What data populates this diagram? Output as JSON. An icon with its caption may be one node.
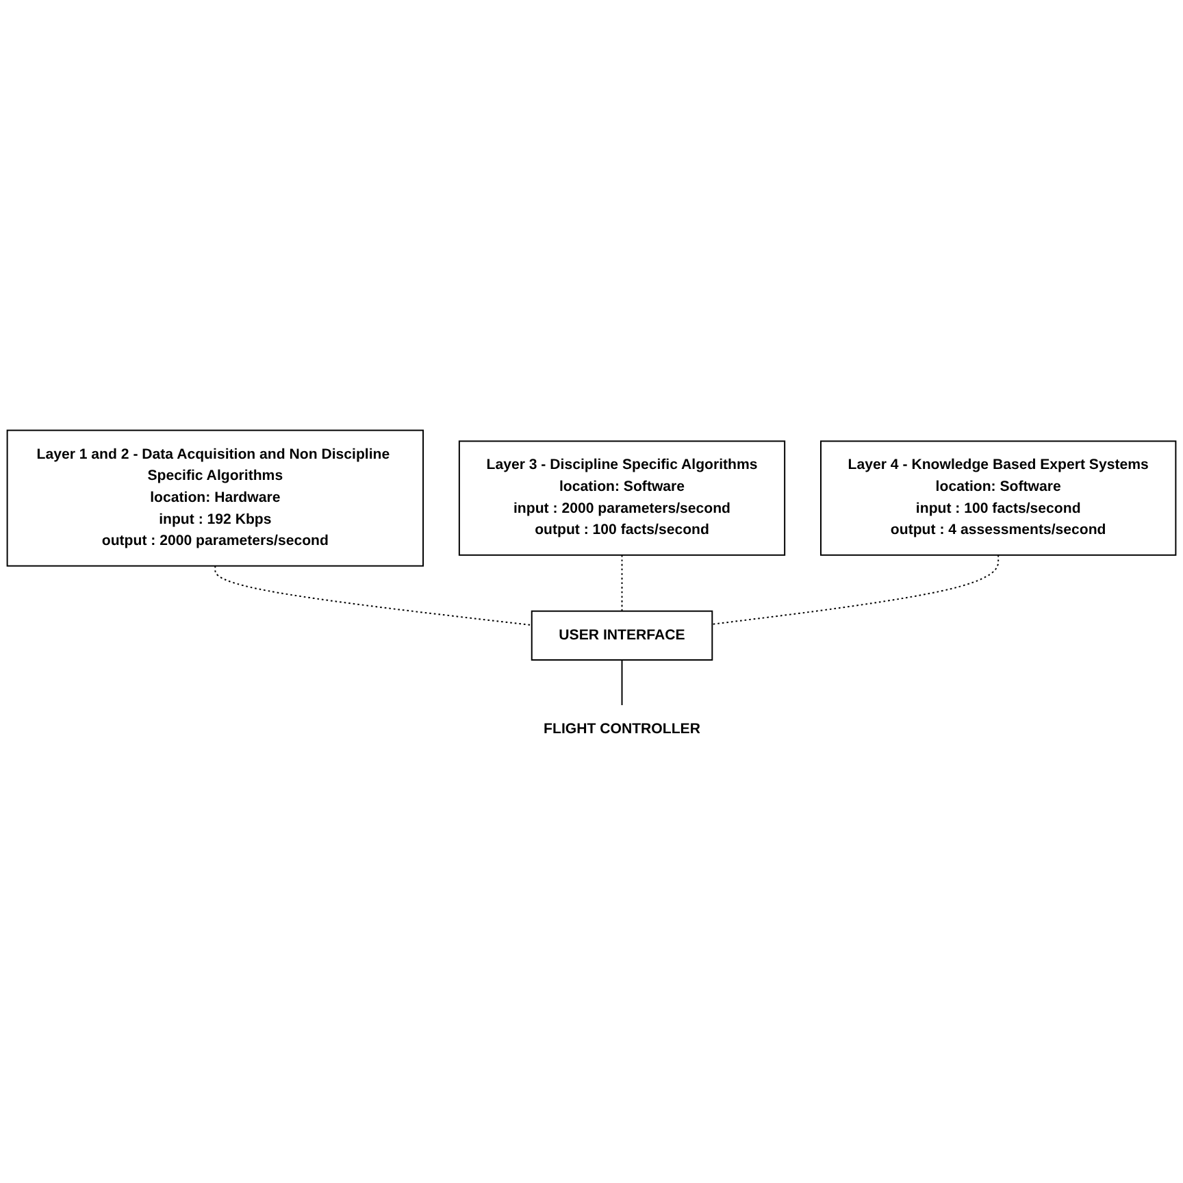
{
  "diagram": {
    "nodes": [
      {
        "text": [
          "Layer 1 and 2 - Data Acquisition and Non Discipline Specific Algorithms",
          "location: Hardware",
          "input : 192 Kbps",
          "output : 2000 parameters/second"
        ]
      },
      {
        "text": [
          "Layer 3 - Discipline Specific Algorithms",
          "location: Software",
          "input : 2000 parameters/second",
          "output : 100 facts/second"
        ]
      },
      {
        "text": [
          "Layer 4 - Knowledge Based Expert Systems",
          "location: Software",
          "input : 100 facts/second",
          "output : 4 assessments/second"
        ]
      },
      {
        "text": [
          "USER INTERFACE"
        ]
      },
      {
        "text": [
          "FLIGHT CONTROLLER"
        ]
      }
    ],
    "edges": [
      {
        "from": 0,
        "to": 3,
        "arrow": "none",
        "style": "dashed"
      },
      {
        "from": 1,
        "to": 3,
        "arrow": "none",
        "style": "dashed"
      },
      {
        "from": 2,
        "to": 3,
        "arrow": "none",
        "style": "dashed"
      },
      {
        "from": 3,
        "to": 4,
        "arrow": "none"
      }
    ]
  }
}
